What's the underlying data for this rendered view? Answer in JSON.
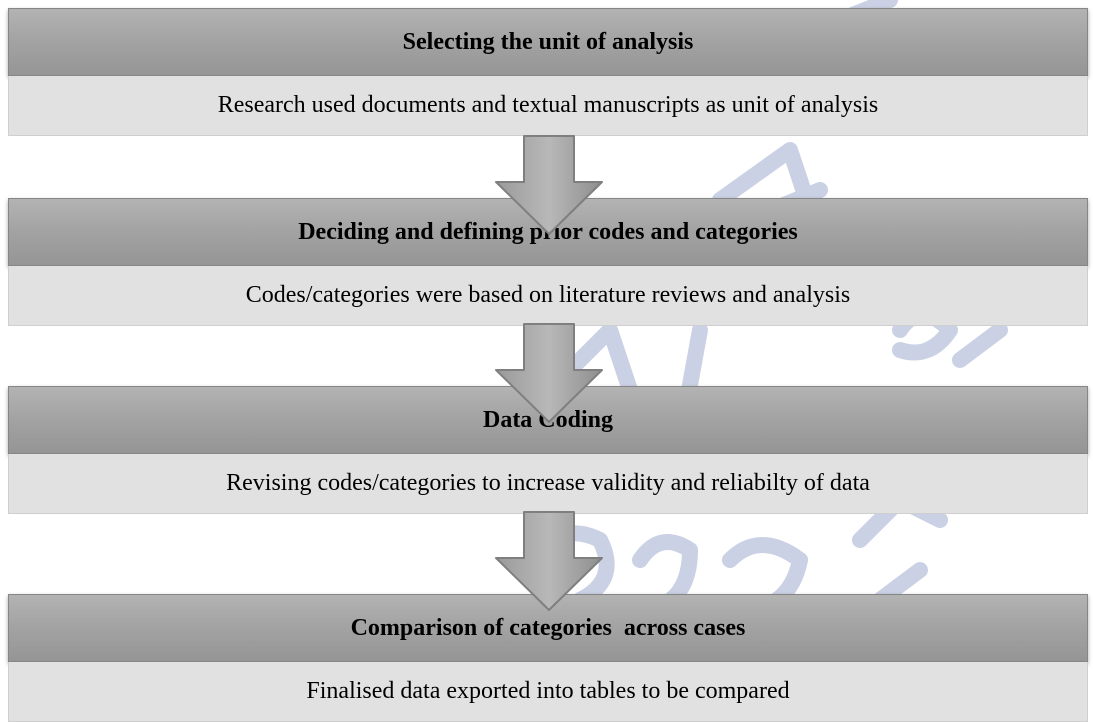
{
  "colors": {
    "header_fill": "#a6a6a6",
    "body_fill": "#e1e1e1",
    "arrow_fill": "#a9a9a9",
    "watermark": "#b9c2dc"
  },
  "steps": [
    {
      "title": "Selecting the unit of analysis",
      "description": "Research used documents and textual manuscripts as unit of analysis"
    },
    {
      "title": "Deciding and defining prior codes and categories",
      "description": "Codes/categories were based on literature reviews and analysis"
    },
    {
      "title": "Data Coding",
      "description": "Revising codes/categories to increase validity and reliabilty of data"
    },
    {
      "title": "Comparison of categories  across cases",
      "description": "Finalised data exported into tables to be compared"
    }
  ],
  "connector_icon": "down-arrow-icon"
}
